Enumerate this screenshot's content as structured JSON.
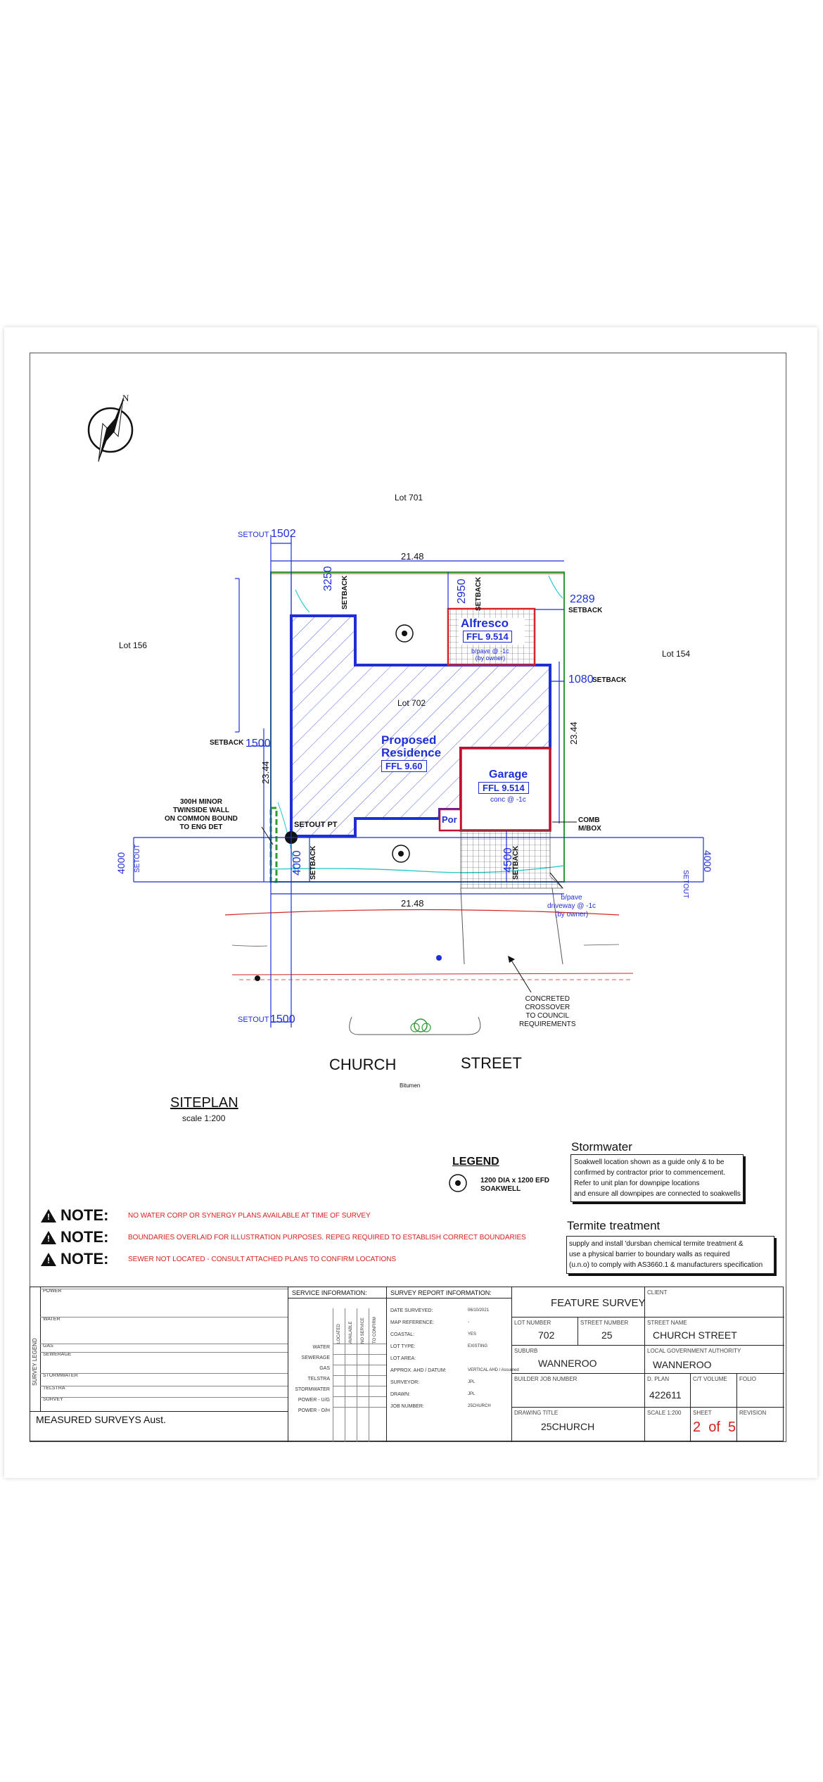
{
  "plan": {
    "lot_701": "Lot 701",
    "lot_156": "Lot 156",
    "lot_154": "Lot 154",
    "lot_702": "Lot 702",
    "setout": "SETOUT",
    "setback": "SETBACK",
    "setout_pt": "SETOUT PT",
    "dim_1502": "1502",
    "dim_1500_top": "1500",
    "dim_1500_bottom": "1500",
    "dim_2148_top": "21.48",
    "dim_2148_bottom": "21.48",
    "dim_2344_left": "23.44",
    "dim_2344_right": "23.44",
    "dim_3250": "3250",
    "dim_2950": "2950",
    "dim_2289": "2289",
    "dim_1080": "1080",
    "dim_4000_left": "4000",
    "dim_4000_left2": "4000",
    "dim_4500": "4500",
    "dim_4000_right": "4000",
    "alfresco": "Alfresco",
    "alfresco_ffl": "FFL  9.514",
    "alfresco_note": "b/pave @ -1c\n(by owner)",
    "residence_title": "Proposed\nResidence",
    "residence_ffl": "FFL  9.60",
    "garage": "Garage",
    "garage_ffl": "FFL  9.514",
    "garage_note": "conc @ -1c",
    "por": "Por",
    "wall_note": "300H MINOR\nTWINSIDE WALL\nON COMMON BOUND\nTO ENG DET",
    "comb_mbox": "COMB\nM/BOX",
    "driveway_note": "b/pave\ndriveway @ -1c\n(by owner)",
    "crossover_note": "CONCRETED\nCROSSOVER\nTO COUNCIL\nREQUIREMENTS",
    "street_left": "CHURCH",
    "street_right": "STREET",
    "bitumen": "Bitumen",
    "siteplan_title": "SITEPLAN",
    "siteplan_scale": "scale 1:200"
  },
  "legend": {
    "title": "LEGEND",
    "soakwell": "1200 DIA x 1200 EFD\nSOAKWELL"
  },
  "stormwater": {
    "title": "Stormwater",
    "text": "Soakwell location shown as a guide only & to be\nconfirmed by contractor prior to commencement.\nRefer to unit plan for downpipe locations\nand ensure all downpipes are connected to soakwells"
  },
  "termite": {
    "title": "Termite treatment",
    "text": "supply and install 'dursban chemical termite treatment &\nuse a physical barrier to boundary walls as required\n(u.n.o) to comply with AS3660.1 & manufacturers specification"
  },
  "notes": [
    {
      "label": "NOTE:",
      "text": "NO WATER CORP OR SYNERGY PLANS AVAILABLE AT TIME OF SURVEY"
    },
    {
      "label": "NOTE:",
      "text": "BOUNDARIES OVERLAID FOR ILLUSTRATION PURPOSES. REPEG REQUIRED TO ESTABLISH CORRECT BOUNDARIES"
    },
    {
      "label": "NOTE:",
      "text": "SEWER NOT LOCATED - CONSULT ATTACHED PLANS TO CONFIRM LOCATIONS"
    }
  ],
  "title_block": {
    "survey_legend": "SURVEY LEGEND",
    "legend_rows": [
      "POWER",
      "WATER",
      "GAS",
      "SEWERAGE",
      "STORMWATER",
      "TELSTRA",
      "SURVEY"
    ],
    "company": "MEASURED SURVEYS Aust.",
    "service_info": "SERVICE INFORMATION:",
    "service_cols": [
      "LOCATED",
      "AVAILABLE",
      "NO SERVICE",
      "TO CONFIRM"
    ],
    "service_rows": [
      "WATER",
      "SEWERAGE",
      "GAS",
      "TELSTRA",
      "STORMWATER",
      "POWER - U/G",
      "POWER - O/H"
    ],
    "report_info": "SURVEY REPORT INFORMATION:",
    "report_rows": [
      "DATE SURVEYED:",
      "MAP REFERENCE:",
      "COASTAL:",
      "LOT TYPE:",
      "LOT AREA:",
      "APPROX. AHD / DATUM:",
      "SURVEYOR:",
      "DRAWN:",
      "JOB NUMBER:"
    ],
    "report_vals": [
      "06/10/2021",
      "-",
      "YES",
      "EXISTING",
      "",
      "VERTICAL AHD / Assumed",
      "JPL",
      "JPL",
      "25CHURCH"
    ],
    "feature_survey": "FEATURE SURVEY",
    "client_label": "CLIENT",
    "lot_number_label": "LOT NUMBER",
    "lot_number": "702",
    "street_number_label": "STREET NUMBER",
    "street_number": "25",
    "street_name_label": "STREET NAME",
    "street_name": "CHURCH STREET",
    "suburb_label": "SUBURB",
    "suburb": "WANNEROO",
    "lga_label": "LOCAL GOVERNMENT AUTHORITY",
    "lga": "WANNEROO",
    "builder_job_label": "BUILDER JOB NUMBER",
    "dplan_label": "D. PLAN",
    "dplan": "422611",
    "ct_volume_label": "C/T VOLUME",
    "folio_label": "FOLIO",
    "drawing_title_label": "DRAWING TITLE",
    "drawing_title": "25CHURCH",
    "scale_label": "SCALE 1:200",
    "sheet_label": "SHEET",
    "sheet": "2  of  5",
    "revision_label": "REVISION"
  }
}
